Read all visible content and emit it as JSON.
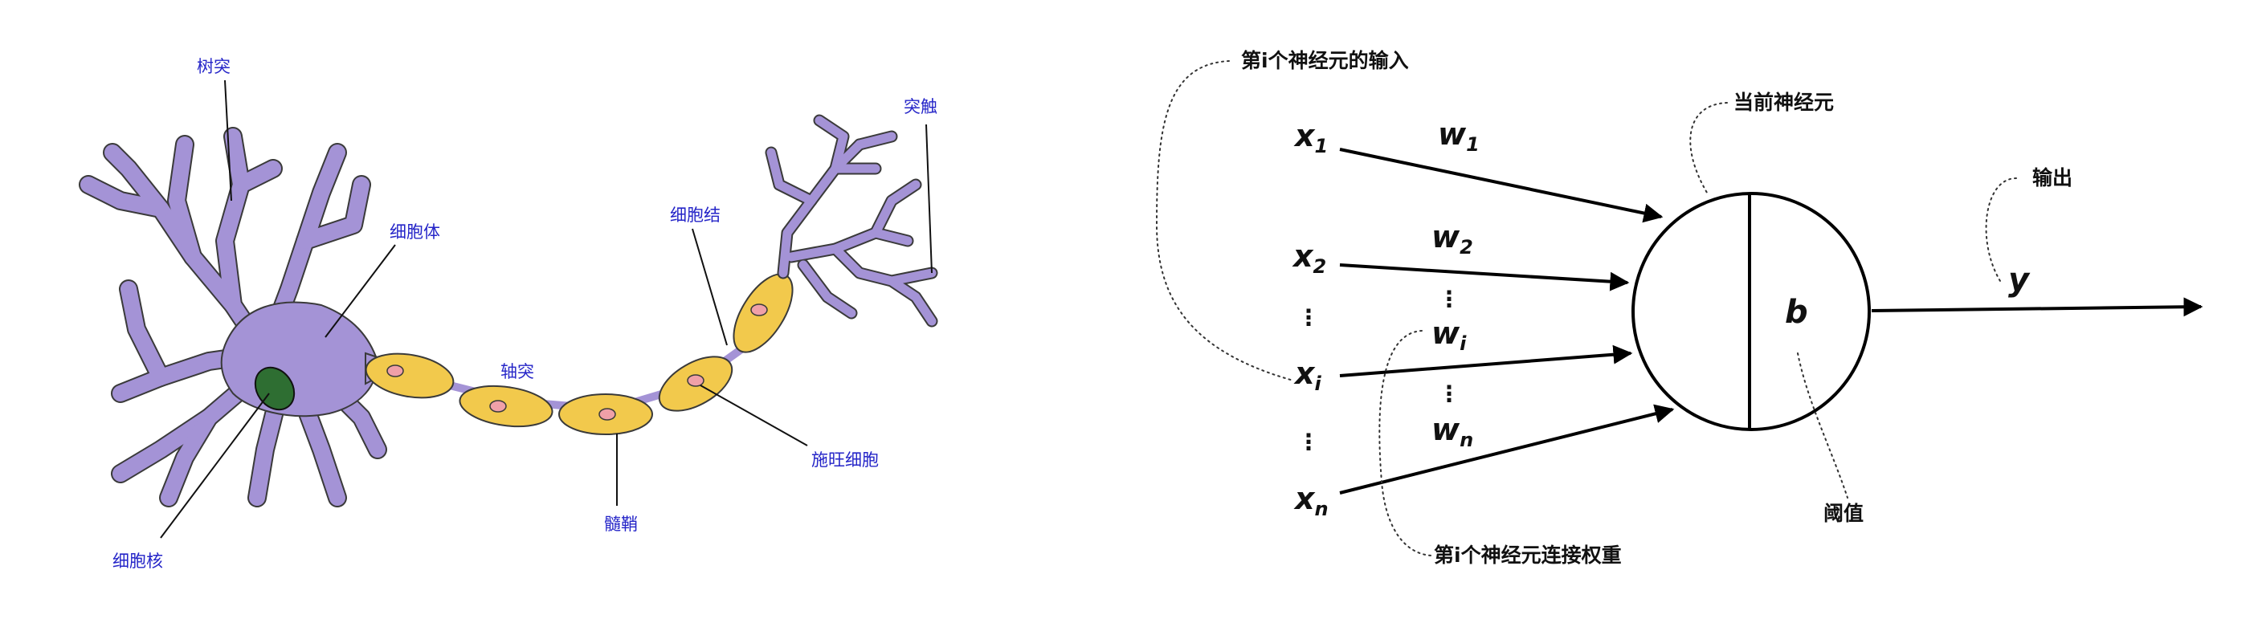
{
  "neuron_diagram": {
    "labels": {
      "dendrite": "树突",
      "cell_body": "细胞体",
      "nucleus": "细胞核",
      "axon": "轴突",
      "myelin_sheath": "髓鞘",
      "node_of_ranvier": "细胞结",
      "schwann_cell": "施旺细胞",
      "synapse": "突触"
    },
    "colors": {
      "label_text": "#2525c8",
      "dendrite_fill": "#a493d6",
      "myelin_fill": "#f2c94c",
      "nucleus_fill": "#2e6e32",
      "schwann_nucleus": "#f0a0a8"
    }
  },
  "perceptron_diagram": {
    "inputs": [
      {
        "base": "x",
        "sub": "1"
      },
      {
        "base": "x",
        "sub": "2"
      },
      {
        "base": "x",
        "sub": "i"
      },
      {
        "base": "x",
        "sub": "n"
      }
    ],
    "weights": [
      {
        "base": "w",
        "sub": "1"
      },
      {
        "base": "w",
        "sub": "2"
      },
      {
        "base": "w",
        "sub": "i"
      },
      {
        "base": "w",
        "sub": "n"
      }
    ],
    "ellipsis": "⋮",
    "bias_symbol": "b",
    "output_symbol": "y",
    "annotations": {
      "input_of_ith_neuron": "第i个神经元的输入",
      "current_neuron": "当前神经元",
      "output": "输出",
      "threshold": "阈值",
      "connection_weight": "第i个神经元连接权重"
    }
  }
}
